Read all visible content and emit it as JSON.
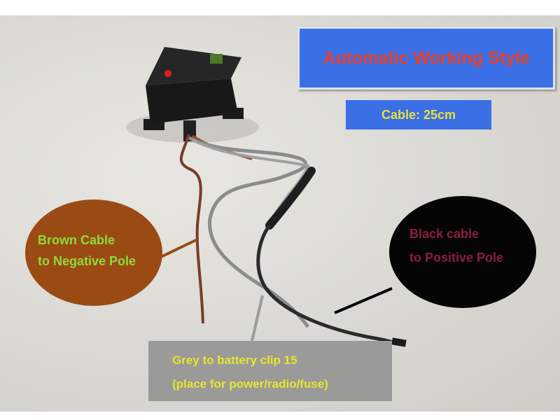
{
  "title_label": "Automatic Working Style",
  "cable_label": "Cable: 25cm",
  "brown_label": {
    "line1": "Brown Cable",
    "line2": "to Negative Pole"
  },
  "black_label": {
    "line1": "Black cable",
    "line2": "to Positive Pole"
  },
  "grey_label": {
    "line1": "Grey to battery clip 15",
    "line2": "(place for power/radio/fuse)"
  },
  "colors": {
    "title_bg": "#3a6fe6",
    "title_text": "#e8402a",
    "cable_text": "#e9e03a",
    "brown_circle": "#9a4b14",
    "brown_text": "#8ddb3a",
    "black_circle": "#050505",
    "black_text": "#8a1f3d",
    "grey_box": "#9a9a98",
    "grey_text": "#e6e62e"
  }
}
